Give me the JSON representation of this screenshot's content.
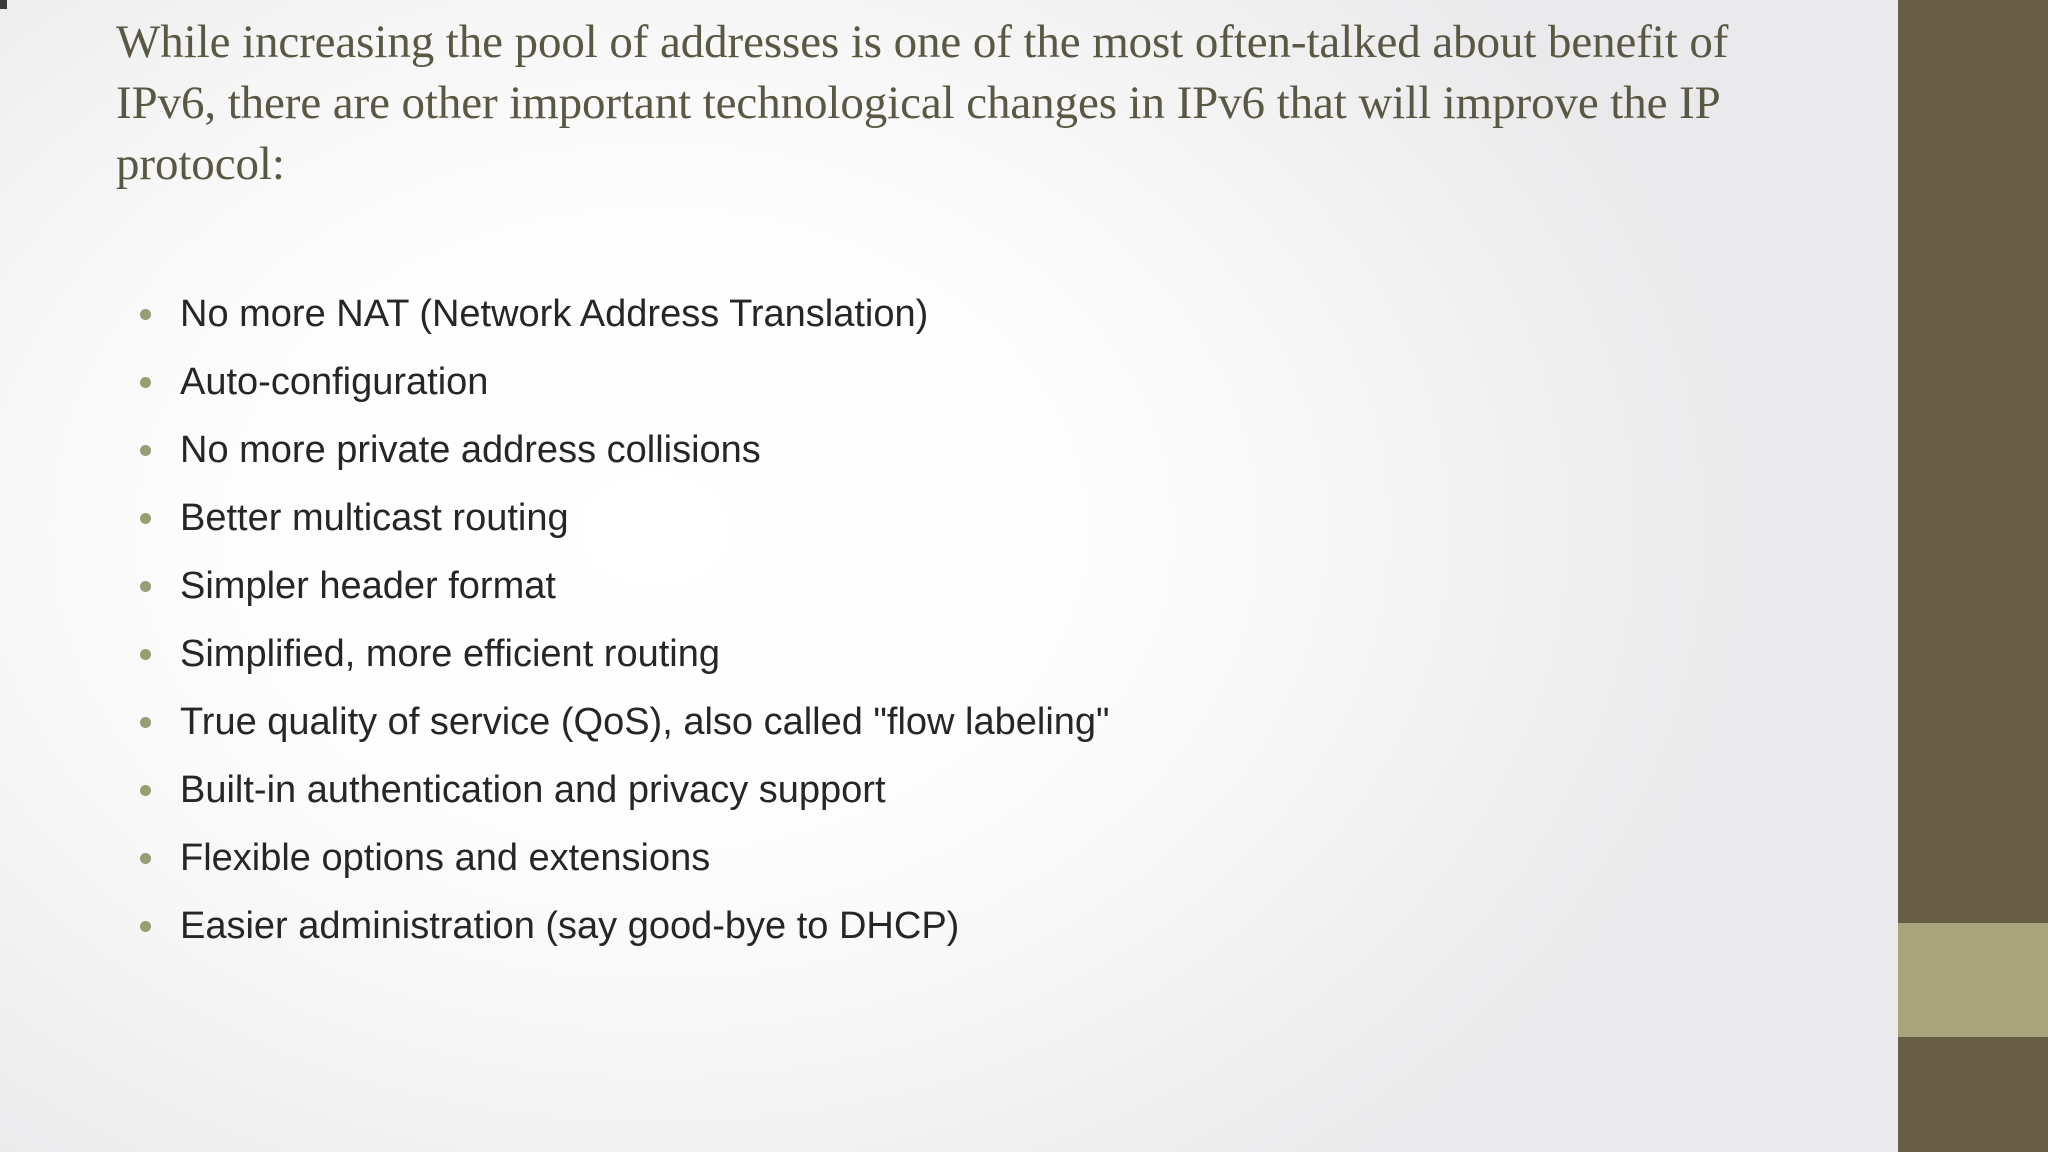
{
  "slide": {
    "title": "While increasing the pool of addresses is one of the most often-talked about benefit of IPv6, there are other important technological changes in IPv6 that will improve the IP protocol:",
    "bullets": [
      "No more NAT (Network Address Translation)",
      "Auto-configuration",
      "No more private address collisions",
      "Better multicast routing",
      "Simpler header format",
      "Simplified, more efficient routing",
      "True quality of service (QoS), also called \"flow labeling\"",
      "Built-in authentication and privacy support",
      "Flexible options and extensions",
      "Easier administration (say good-bye to DHCP)"
    ]
  },
  "colors": {
    "title_text": "#5a5743",
    "body_text": "#262626",
    "bullet_dot": "#9a9c72",
    "sidebar_dark": "#685e46",
    "sidebar_accent": "#a9a47c",
    "background": "#ffffff"
  }
}
